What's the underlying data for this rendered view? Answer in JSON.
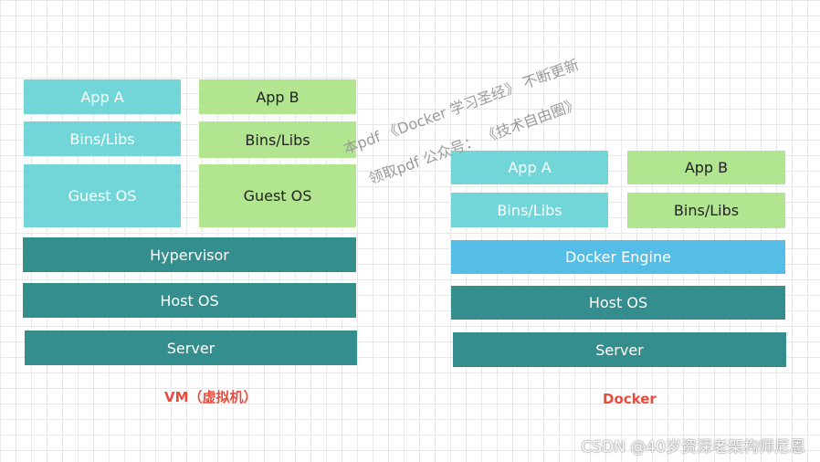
{
  "vm": {
    "app_a": "App A",
    "app_b": "App B",
    "bins_a": "Bins/Libs",
    "bins_b": "Bins/Libs",
    "guest_a": "Guest OS",
    "guest_b": "Guest OS",
    "hypervisor": "Hypervisor",
    "host_os": "Host OS",
    "server": "Server",
    "caption": "VM（虚拟机）"
  },
  "docker": {
    "app_a": "App A",
    "app_b": "App B",
    "bins_a": "Bins/Libs",
    "bins_b": "Bins/Libs",
    "engine": "Docker Engine",
    "host_os": "Host OS",
    "server": "Server",
    "caption": "Docker"
  },
  "watermark": {
    "line1": "本pdf 《Docker 学习圣经》 不断更新",
    "line2": "领取pdf 公众号：  《技术自由圈》"
  },
  "credit": "CSDN @40岁资深老架构师尼恩",
  "colors": {
    "cyan": "#72d6d9",
    "green": "#b2e590",
    "teal": "#348e8d",
    "blue": "#54bee7",
    "caption": "#e84a3c"
  }
}
